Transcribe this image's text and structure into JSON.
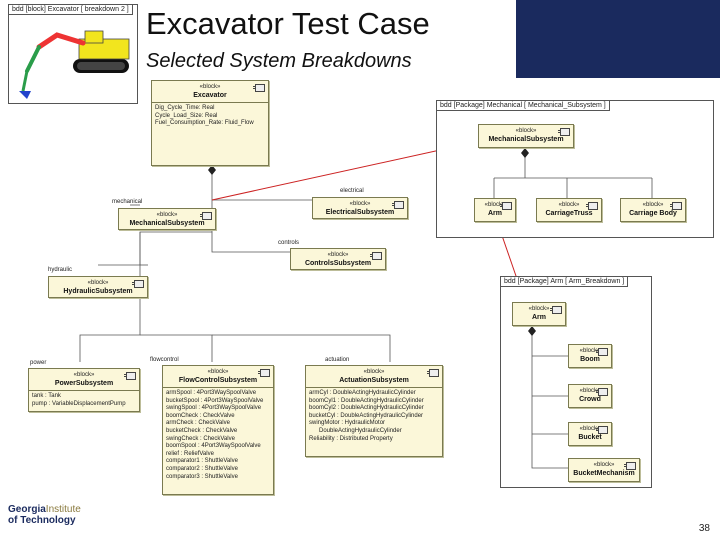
{
  "header": {
    "title": "Excavator Test Case",
    "subtitle": "Selected System Breakdowns",
    "accent_color": "#1a2a5e"
  },
  "thumbnail": {
    "frame_label": "bdd [block] Excavator [ breakdown 2 ]"
  },
  "main_diagram": {
    "excavator": {
      "stereotype": "«block»",
      "name": "Excavator",
      "attributes": [
        "Dig_Cycle_Time: Real",
        "Cycle_Load_Size: Real",
        "Fuel_Consumption_Rate: Fluid_Flow"
      ]
    },
    "mechanical": {
      "role": "mechanical",
      "stereotype": "«block»",
      "name": "MechanicalSubsystem"
    },
    "electrical": {
      "role": "electrical",
      "stereotype": "«block»",
      "name": "ElectricalSubsystem"
    },
    "controls": {
      "role": "controls",
      "stereotype": "«block»",
      "name": "ControlsSubsystem"
    },
    "hydraulic": {
      "role": "hydraulic",
      "stereotype": "«block»",
      "name": "HydraulicSubsystem"
    },
    "power": {
      "role": "power",
      "stereotype": "«block»",
      "name": "PowerSubsystem",
      "attributes": [
        "tank : Tank",
        "pump : VariableDisplacementPump"
      ]
    },
    "flowcontrol": {
      "role": "flowcontrol",
      "stereotype": "«block»",
      "name": "FlowControlSubsystem",
      "attributes": [
        "armSpool : 4Port3WaySpoolValve",
        "bucketSpool : 4Port3WaySpoolValve",
        "swingSpool : 4Port3WaySpoolValve",
        "boomCheck : CheckValve",
        "armCheck : CheckValve",
        "bucketCheck : CheckValve",
        "swingCheck : CheckValve",
        "boomSpool : 4Port3WaySpoolValve",
        "relief : ReliefValve",
        "comparator1 : ShuttleValve",
        "comparator2 : ShuttleValve",
        "comparator3 : ShuttleValve"
      ]
    },
    "actuation": {
      "role": "actuation",
      "stereotype": "«block»",
      "name": "ActuationSubsystem",
      "attributes": [
        "armCyl : DoubleActingHydraulicCylinder",
        "boomCyl1 : DoubleActingHydraulicCylinder",
        "boomCyl2 : DoubleActingHydraulicCylinder",
        "bucketCyl : DoubleActingHydraulicCylinder",
        "swingMotor : HydraulicMotor",
        "DoubleActingHydraulicCylinder",
        "Reliability : Distributed Property"
      ]
    }
  },
  "mech_diagram": {
    "frame_label": "bdd [Package] Mechanical [ Mechanical_Subsystem ]",
    "parent": {
      "stereotype": "«block»",
      "name": "MechanicalSubsystem"
    },
    "children": [
      {
        "stereotype": "«block»",
        "name": "Arm"
      },
      {
        "stereotype": "«block»",
        "name": "CarriageTruss"
      },
      {
        "stereotype": "«block»",
        "name": "Carriage Body"
      }
    ]
  },
  "arm_diagram": {
    "frame_label": "bdd [Package] Arm [ Arm_Breakdown ]",
    "parent": {
      "stereotype": "«block»",
      "name": "Arm"
    },
    "children": [
      {
        "stereotype": "«block»",
        "name": "Boom"
      },
      {
        "stereotype": "«block»",
        "name": "Crowd"
      },
      {
        "stereotype": "«block»",
        "name": "Bucket"
      },
      {
        "stereotype": "«block»",
        "name": "BucketMechanism"
      }
    ]
  },
  "footer": {
    "logo_line1": "Georgia",
    "logo_line1_suffix": "Institute",
    "logo_line2": "of Technology",
    "page_number": "38"
  }
}
